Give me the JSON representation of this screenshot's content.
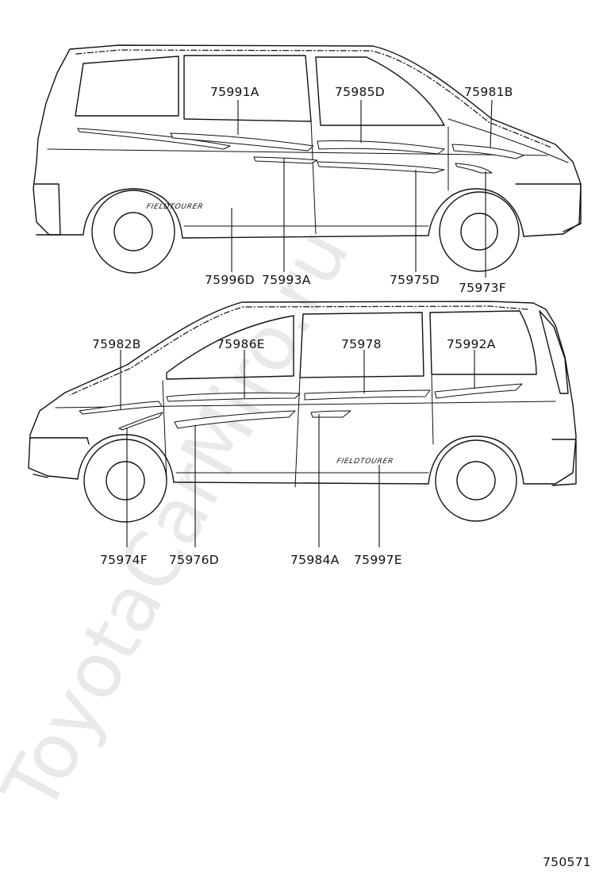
{
  "watermark": "ToyotaCarMiro.ru",
  "diagram_code": "750571",
  "top_view": {
    "badge_text": "FIELDTOURER",
    "labels": {
      "l75991A": "75991A",
      "l75985D": "75985D",
      "l75981B": "75981B",
      "l75996D": "75996D",
      "l75993A": "75993A",
      "l75975D": "75975D",
      "l75973F": "75973F"
    }
  },
  "bottom_view": {
    "badge_text": "FIELDTOURER",
    "labels": {
      "l75982B": "75982B",
      "l75986E": "75986E",
      "l75978": "75978",
      "l75992A": "75992A",
      "l75974F": "75974F",
      "l75976D": "75976D",
      "l75984A": "75984A",
      "l75997E": "75997E"
    }
  }
}
